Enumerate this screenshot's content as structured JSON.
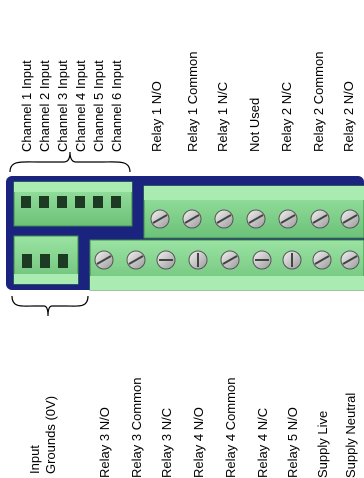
{
  "channel_inputs": [
    "Channel 1 Input",
    "Channel 2 Input",
    "Channel 3 Input",
    "Channel 4 Input",
    "Channel 5 Input",
    "Channel 6 Input"
  ],
  "top_terminals": [
    "Relay 1 N/O",
    "Relay 1 Common",
    "Relay 1 N/C",
    "Not Used",
    "Relay 2 N/C",
    "Relay 2 Common",
    "Relay 2 N/O"
  ],
  "ground_label_line1": "Input",
  "ground_label_line2": "Grounds (0V)",
  "bottom_terminals": [
    "Relay 3 N/O",
    "Relay 3 Common",
    "Relay 3 N/C",
    "Relay 4 N/O",
    "Relay 4 Common",
    "Relay 4 N/C",
    "Relay 5 N/O",
    "Supply Live",
    "Supply Neutral"
  ],
  "colors": {
    "board": "#1a237e",
    "connector": "#7fd48a",
    "connector_dark": "#4fae5c",
    "screw": "#d8d8d8"
  }
}
